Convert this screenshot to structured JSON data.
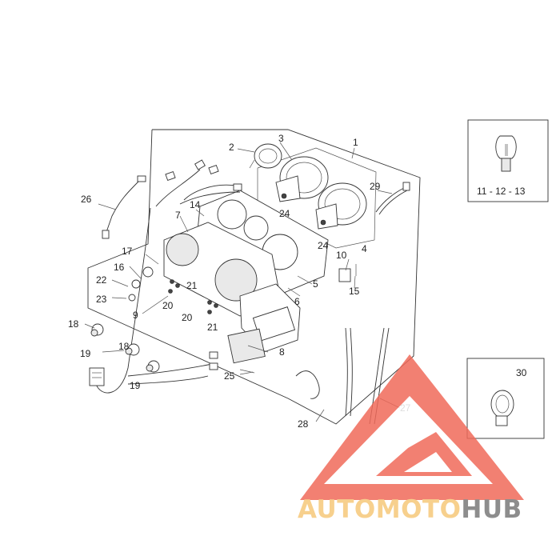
{
  "diagram": {
    "callouts": [
      {
        "id": "c1",
        "text": "1"
      },
      {
        "id": "c2",
        "text": "2"
      },
      {
        "id": "c3",
        "text": "3"
      },
      {
        "id": "c4",
        "text": "4"
      },
      {
        "id": "c5",
        "text": "5"
      },
      {
        "id": "c6",
        "text": "6"
      },
      {
        "id": "c7",
        "text": "7"
      },
      {
        "id": "c8",
        "text": "8"
      },
      {
        "id": "c9",
        "text": "9"
      },
      {
        "id": "c10",
        "text": "10"
      },
      {
        "id": "c14",
        "text": "14"
      },
      {
        "id": "c15",
        "text": "15"
      },
      {
        "id": "c16",
        "text": "16"
      },
      {
        "id": "c17",
        "text": "17"
      },
      {
        "id": "c18a",
        "text": "18"
      },
      {
        "id": "c18b",
        "text": "18"
      },
      {
        "id": "c19a",
        "text": "19"
      },
      {
        "id": "c19b",
        "text": "19"
      },
      {
        "id": "c20a",
        "text": "20"
      },
      {
        "id": "c20b",
        "text": "20"
      },
      {
        "id": "c21a",
        "text": "21"
      },
      {
        "id": "c21b",
        "text": "21"
      },
      {
        "id": "c22",
        "text": "22"
      },
      {
        "id": "c23",
        "text": "23"
      },
      {
        "id": "c24a",
        "text": "24"
      },
      {
        "id": "c24b",
        "text": "24"
      },
      {
        "id": "c25",
        "text": "25"
      },
      {
        "id": "c26",
        "text": "26"
      },
      {
        "id": "c27",
        "text": "27"
      },
      {
        "id": "c28",
        "text": "28"
      },
      {
        "id": "c29",
        "text": "29"
      }
    ],
    "insets": {
      "bulb": {
        "label": "11 - 12 - 13"
      },
      "clamp": {
        "label": "30"
      }
    }
  },
  "watermark": {
    "word1": "AUTO",
    "word2": "MOTO",
    "word3": "HUB",
    "color_light": "#f6c87a",
    "color_dark": "#7a7a7a",
    "logo_color": "#f06a5a"
  }
}
